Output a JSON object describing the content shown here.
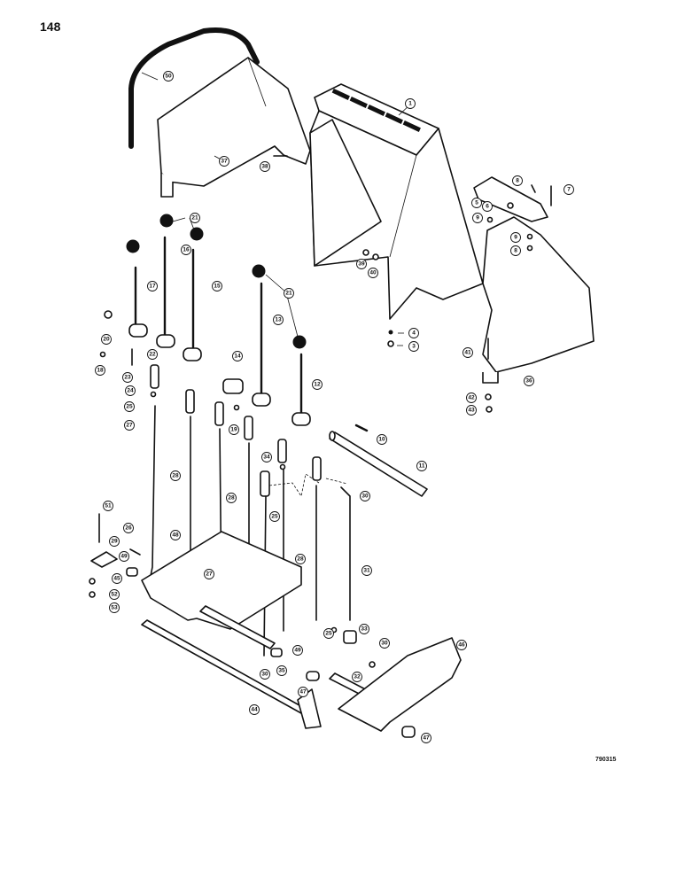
{
  "page_number": "148",
  "drawing_code": "790315",
  "callouts": [
    "1",
    "3",
    "4",
    "5",
    "6",
    "7",
    "8",
    "9",
    "10",
    "11",
    "12",
    "13",
    "14",
    "15",
    "16",
    "17",
    "18",
    "19",
    "20",
    "21",
    "22",
    "23",
    "24",
    "25",
    "26",
    "27",
    "28",
    "29",
    "30",
    "31",
    "32",
    "33",
    "34",
    "35",
    "36",
    "37",
    "38",
    "39",
    "40",
    "41",
    "42",
    "43",
    "44",
    "45",
    "46",
    "47",
    "48",
    "49",
    "50",
    "51",
    "52",
    "53"
  ]
}
